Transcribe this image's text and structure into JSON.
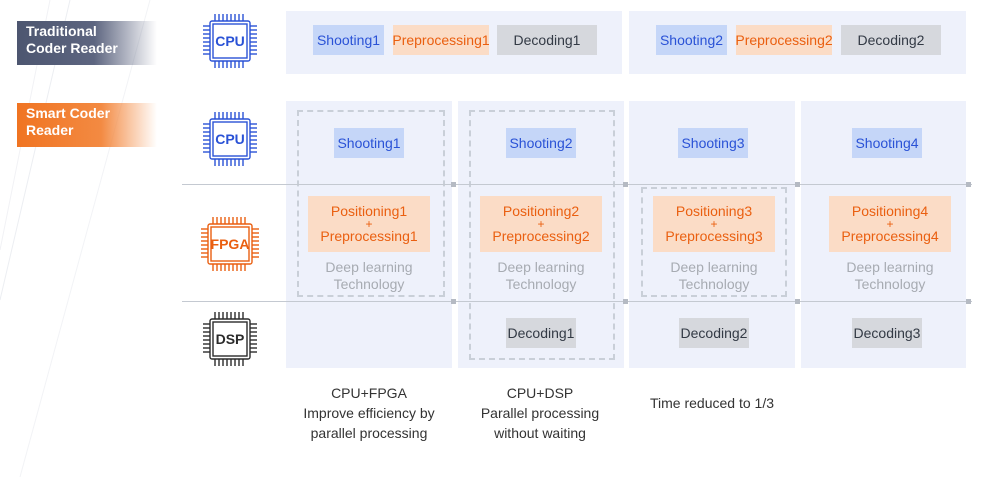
{
  "labels": {
    "traditional": "Traditional Coder Reader",
    "smart": "Smart Coder Reader"
  },
  "chips": {
    "cpu_top": "CPU",
    "cpu_smart": "CPU",
    "fpga": "FPGA",
    "dsp": "DSP"
  },
  "traditional_row": {
    "group1": [
      "Shooting1",
      "Preprocessing1",
      "Decoding1"
    ],
    "group2": [
      "Shooting2",
      "Preprocessing2",
      "Decoding2"
    ]
  },
  "smart_columns": [
    {
      "shooting": "Shooting1",
      "positioning": "Positioning1",
      "plus": "+",
      "preprocessing": "Preprocessing1",
      "deep": "Deep learning",
      "deep2": "Technology",
      "decoding": ""
    },
    {
      "shooting": "Shooting2",
      "positioning": "Positioning2",
      "plus": "+",
      "preprocessing": "Preprocessing2",
      "deep": "Deep learning",
      "deep2": "Technology",
      "decoding": "Decoding1"
    },
    {
      "shooting": "Shooting3",
      "positioning": "Positioning3",
      "plus": "+",
      "preprocessing": "Preprocessing3",
      "deep": "Deep learning",
      "deep2": "Technology",
      "decoding": "Decoding2"
    },
    {
      "shooting": "Shooting4",
      "positioning": "Positioning4",
      "plus": "+",
      "preprocessing": "Preprocessing4",
      "deep": "Deep learning",
      "deep2": "Technology",
      "decoding": "Decoding3"
    }
  ],
  "captions": {
    "c1_l1": "CPU+FPGA",
    "c1_l2": "Improve efficiency by",
    "c1_l3": "parallel processing",
    "c2_l1": "CPU+DSP",
    "c2_l2": "Parallel processing",
    "c2_l3": "without waiting",
    "c3_l1": "Time reduced to 1/3"
  },
  "colors": {
    "blue": "#2a52d6",
    "orange": "#ea5f10",
    "gray": "#333a45",
    "panel": "#eef1fb",
    "trad_tag": "#4d5670",
    "smart_tag": "#f07422"
  }
}
